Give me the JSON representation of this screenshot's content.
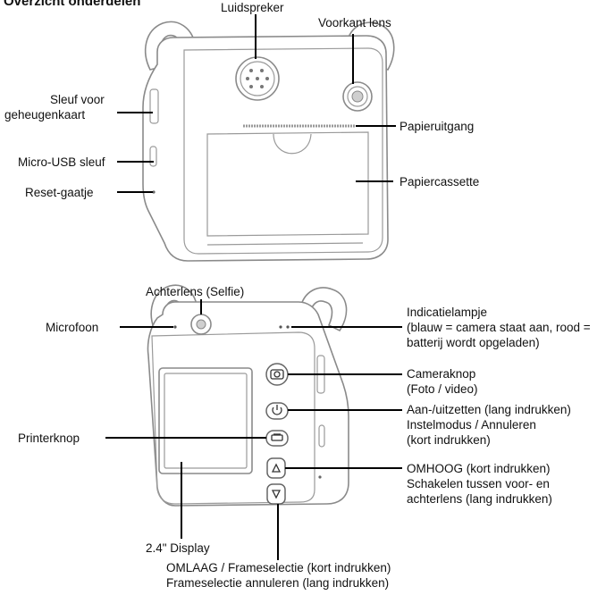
{
  "title": "Overzicht onderdelen",
  "front_view": {
    "labels": {
      "speaker": "Luidspreker",
      "front_lens": "Voorkant lens",
      "sd_slot_line1": "Sleuf voor",
      "sd_slot_line2": "geheugenkaart",
      "paper_exit": "Papieruitgang",
      "usb_slot": "Micro-USB sleuf",
      "paper_cassette": "Papiercassette",
      "reset_hole": "Reset-gaatje"
    }
  },
  "back_view": {
    "labels": {
      "rear_lens": "Achterlens (Selfie)",
      "indicator_line1": "Indicatielampje",
      "indicator_line2": "(blauw = camera staat aan, rood =",
      "indicator_line3": "batterij wordt opgeladen)",
      "microphone": "Microfoon",
      "camera_button_line1": "Cameraknop",
      "camera_button_line2": "(Foto / video)",
      "power_line1": "Aan-/uitzetten (lang indrukken)",
      "power_line2": "Instelmodus / Annuleren",
      "power_line3": "(kort indrukken)",
      "printer_button": "Printerknop",
      "up_line1": "OMHOOG (kort indrukken)",
      "up_line2": "Schakelen tussen voor- en",
      "up_line3": "achterlens (lang indrukken)",
      "display": "2.4\" Display",
      "down_line1": "OMLAAG / Frameselectie (kort indrukken)",
      "down_line2": "Frameselectie annuleren (lang indrukken)"
    }
  }
}
